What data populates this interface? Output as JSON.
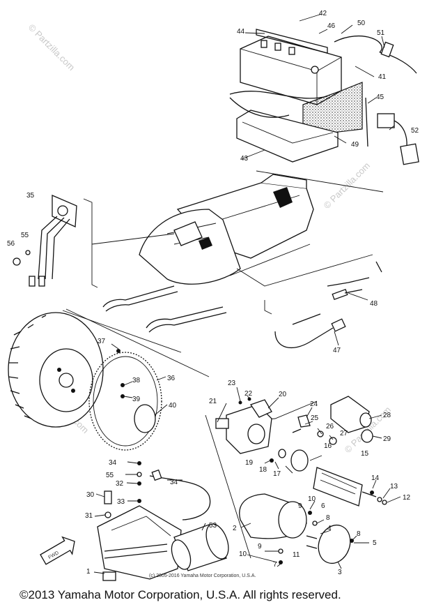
{
  "diagram": {
    "part_numbers": {
      "p1": "1",
      "p2": "2",
      "p3": "3",
      "p4": "4",
      "p5": "5",
      "p6": "6",
      "p7": "7",
      "p8": "8",
      "p9": "9",
      "p10": "10",
      "p11": "11",
      "p12": "12",
      "p13": "13",
      "p14": "14",
      "p15": "15",
      "p16": "16",
      "p17": "17",
      "p18": "18",
      "p19": "19",
      "p20": "20",
      "p21": "21",
      "p22": "22",
      "p23": "23",
      "p24": "24",
      "p25": "25",
      "p26": "26",
      "p27": "27",
      "p28": "28",
      "p29": "29",
      "p30": "30",
      "p31": "31",
      "p32": "32",
      "p33": "33",
      "p34": "34",
      "p34b": "34",
      "p35": "35",
      "p36": "36",
      "p37": "37",
      "p38": "38",
      "p39": "39",
      "p40": "40",
      "p41": "41",
      "p42": "42",
      "p43": "43",
      "p44": "44",
      "p45": "45",
      "p46": "46",
      "p47": "47",
      "p48": "48",
      "p49": "49",
      "p50": "50",
      "p51": "51",
      "p52": "52",
      "p53": "53",
      "p55": "55",
      "p55b": "55",
      "p56": "56",
      "p9b": "9",
      "p10b": "10"
    },
    "watermarks": [
      "© Partzilla.com",
      "© Partzilla.com",
      "© Partzilla.com",
      "© Partzilla.com"
    ],
    "inner_copyright": "(c) 2005-2016 Yamaha Motor Corporation, U.S.A.",
    "fwd_label": "FWD"
  },
  "footer": {
    "copyright": "©2013 Yamaha Motor Corporation, U.S.A. All rights reserved."
  }
}
